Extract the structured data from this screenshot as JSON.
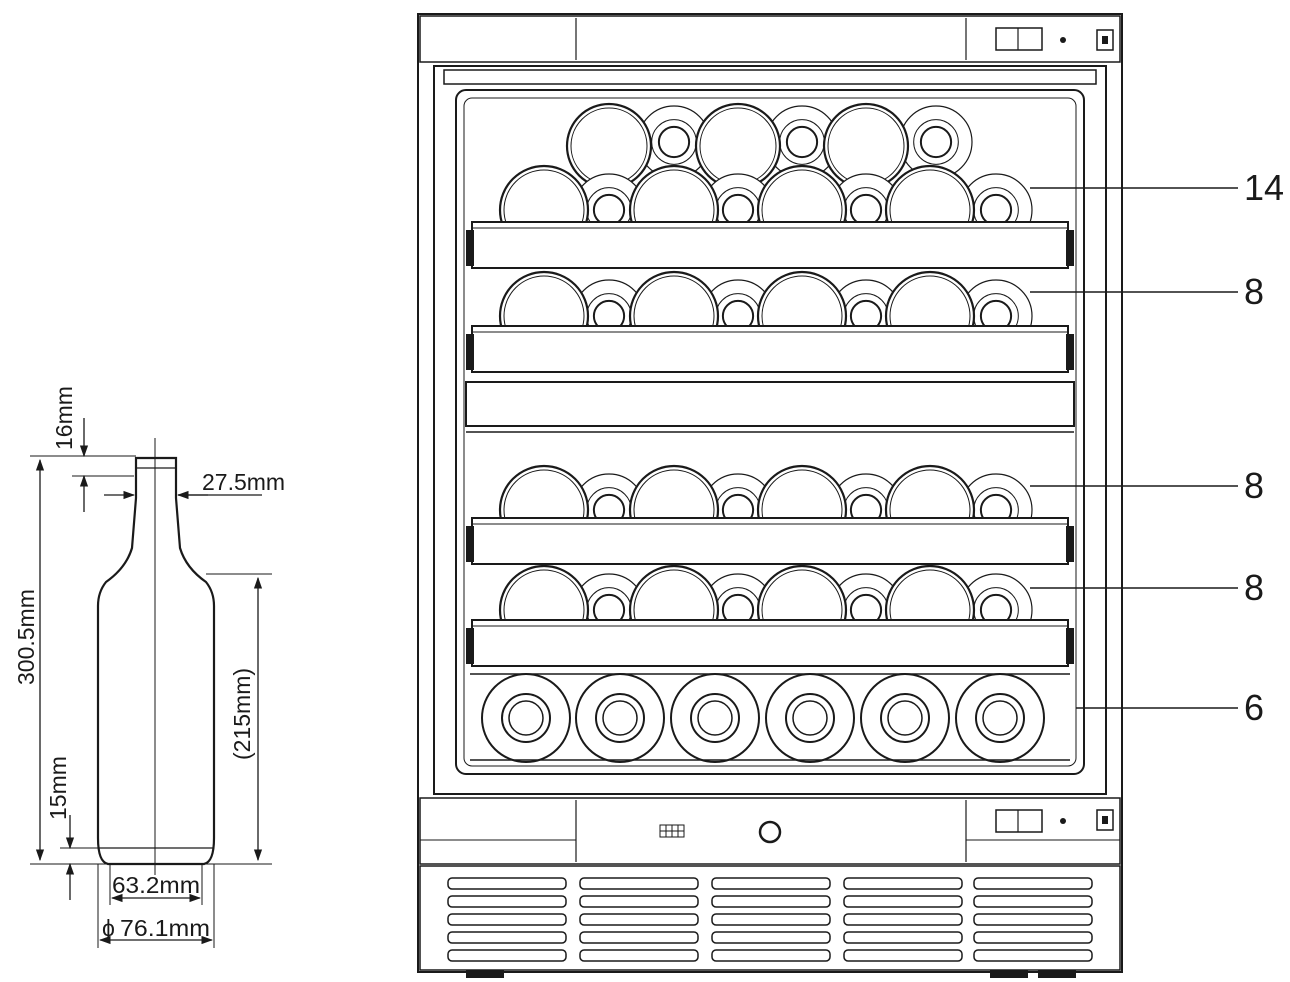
{
  "bottle": {
    "neck_length": "16mm",
    "neck_diameter": "27.5mm",
    "total_height": "300.5mm",
    "body_height": "(215mm)",
    "base_height": "15mm",
    "base_diameter": "63.2mm",
    "body_diameter": "76.1mm",
    "diameter_symbol": "ϕ"
  },
  "shelves": [
    {
      "count": "14",
      "front_bottles": 4,
      "back_bottles": 3
    },
    {
      "count": "8",
      "front_bottles": 4,
      "back_bottles": 0
    },
    {
      "count": "8",
      "front_bottles": 4,
      "back_bottles": 0
    },
    {
      "count": "8",
      "front_bottles": 4,
      "back_bottles": 0
    },
    {
      "count": "6",
      "front_bottles": 6,
      "back_bottles": 0
    }
  ],
  "colors": {
    "line": "#1a1a1a",
    "background": "#ffffff"
  }
}
